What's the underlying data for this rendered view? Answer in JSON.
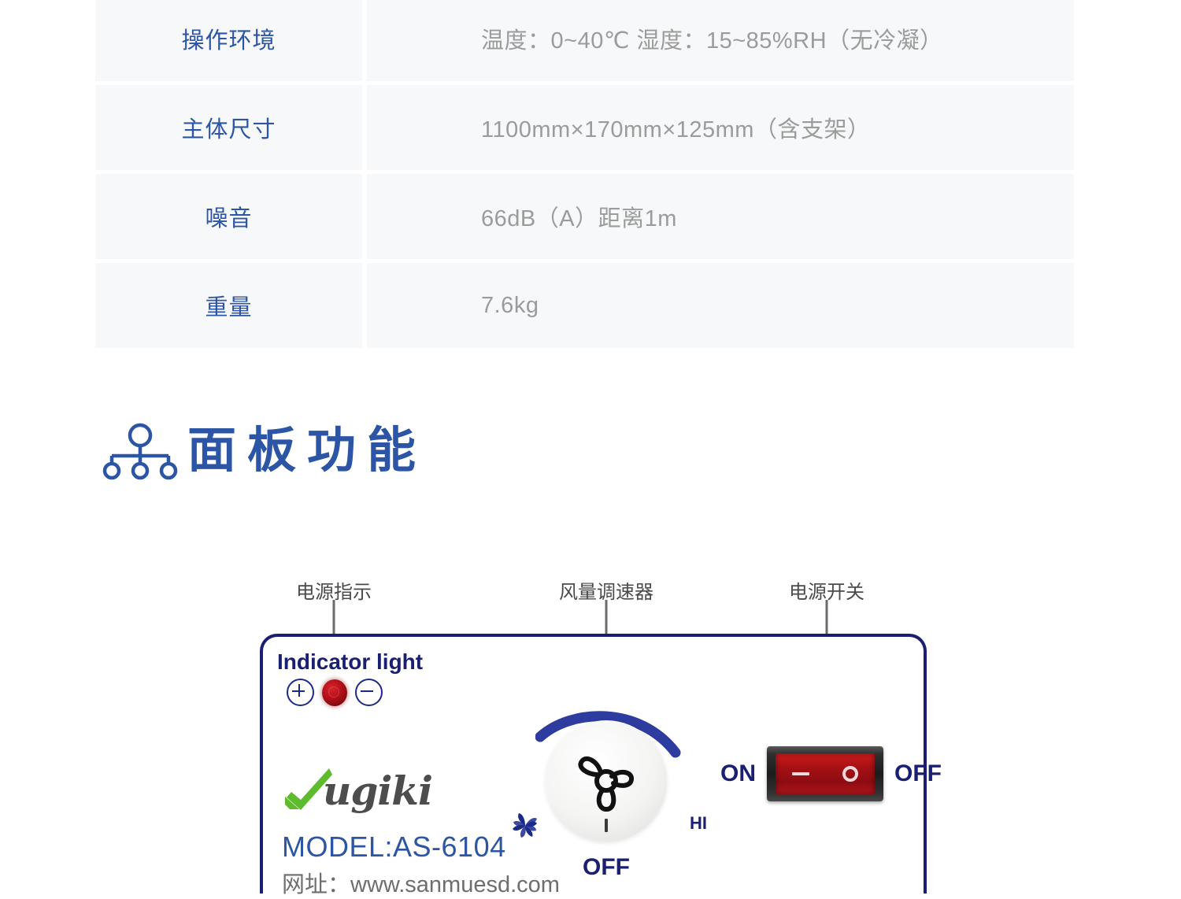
{
  "spec_table": {
    "rows": [
      {
        "label": "操作环境",
        "value": "温度：0~40℃  湿度：15~85%RH（无冷凝）"
      },
      {
        "label": "主体尺寸",
        "value": "1100mm×170mm×125mm（含支架）"
      },
      {
        "label": "噪音",
        "value": "66dB（A）距离1m"
      },
      {
        "label": "重量",
        "value": "7.6kg"
      }
    ]
  },
  "section": {
    "icon": "sitemap-icon",
    "title": "面板功能"
  },
  "panel": {
    "callouts": [
      {
        "label": "电源指示"
      },
      {
        "label": "风量调速器"
      },
      {
        "label": "电源开关"
      }
    ],
    "indicator": {
      "title": "Indicator light",
      "plus_icon": "plus-circle-icon",
      "led_icon": "red-led-icon",
      "minus_icon": "minus-circle-icon"
    },
    "brand": {
      "logo_mark": "green-s-mark",
      "name": "ugiki",
      "model": "MODEL:AS-6104",
      "website": "网址：www.sanmuesd.com"
    },
    "knob": {
      "fan_icon": "fan-blade-icon",
      "arc_icon": "rotation-arc-icon",
      "pinwheel_icon": "pinwheel-icon",
      "off_label": "OFF",
      "hi_label": "HI"
    },
    "rocker": {
      "on_label": "ON",
      "off_label": "OFF",
      "dash_symbol": "power-on-dash-icon",
      "circle_symbol": "power-off-circle-icon"
    }
  },
  "colors": {
    "label_blue": "#2c55a5",
    "value_gray": "#9b9b9b",
    "panel_navy": "#1b1f72",
    "row_bg": "#f7f8f9",
    "brand_green": "#5fbb2e",
    "led_red": "#b3101a",
    "callout_gray": "#4a4a4a"
  }
}
